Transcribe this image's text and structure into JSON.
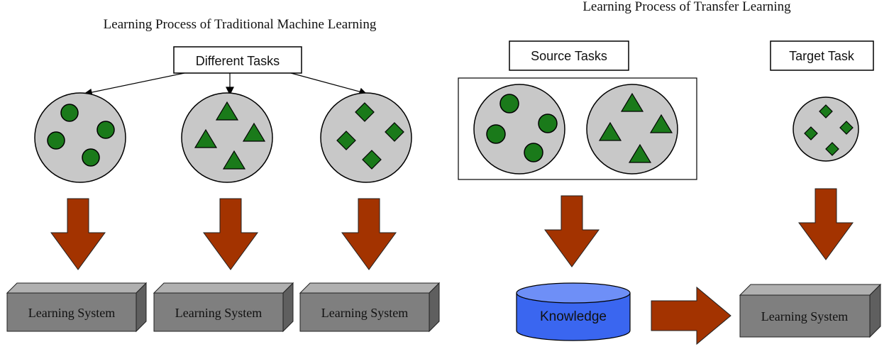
{
  "colors": {
    "blob_fill": "#c8c8c8",
    "shape_fill": "#1a7a1a",
    "arrow_fill": "#a33300",
    "box_front": "#7f7f7f",
    "box_top": "#b0b0b0",
    "box_side": "#5f5f5f",
    "knowledge_fill": "#3a66f0",
    "knowledge_top": "#6e8ff7"
  },
  "left_panel": {
    "title": "Learning Process of Traditional Machine Learning",
    "tasks_label": "Different Tasks",
    "systems": [
      {
        "label": "Learning System",
        "shape": "circle"
      },
      {
        "label": "Learning System",
        "shape": "triangle"
      },
      {
        "label": "Learning System",
        "shape": "diamond"
      }
    ]
  },
  "right_panel": {
    "title": "Learning Process of Transfer Learning",
    "source_label": "Source Tasks",
    "target_label": "Target Task",
    "knowledge_label": "Knowledge",
    "system_label": "Learning System"
  }
}
